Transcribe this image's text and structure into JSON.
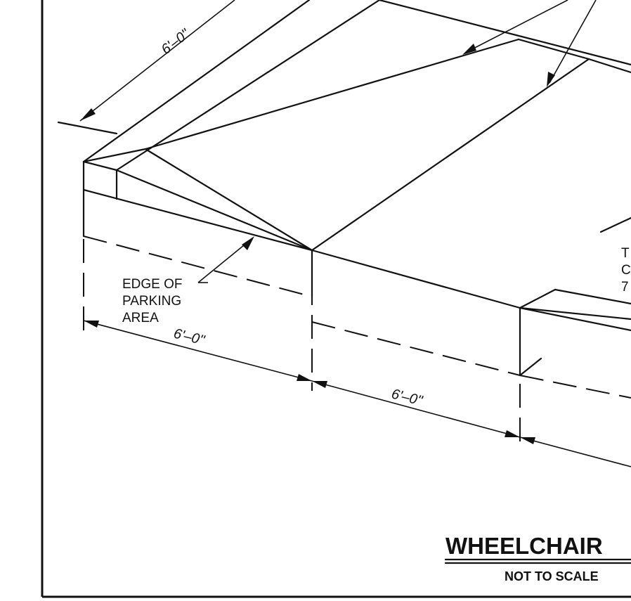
{
  "dimensions": {
    "top_left": "6'–0\"",
    "bottom_left": "6'–0\"",
    "bottom_middle": "6'–0\""
  },
  "callouts": {
    "edge_line1": "EDGE OF",
    "edge_line2": "PARKING",
    "edge_line3": "AREA",
    "right_line1": "T",
    "right_line2": "C",
    "right_line3": "7"
  },
  "title_block": {
    "title": "WHEELCHAIR",
    "subtitle": "NOT TO SCALE"
  }
}
